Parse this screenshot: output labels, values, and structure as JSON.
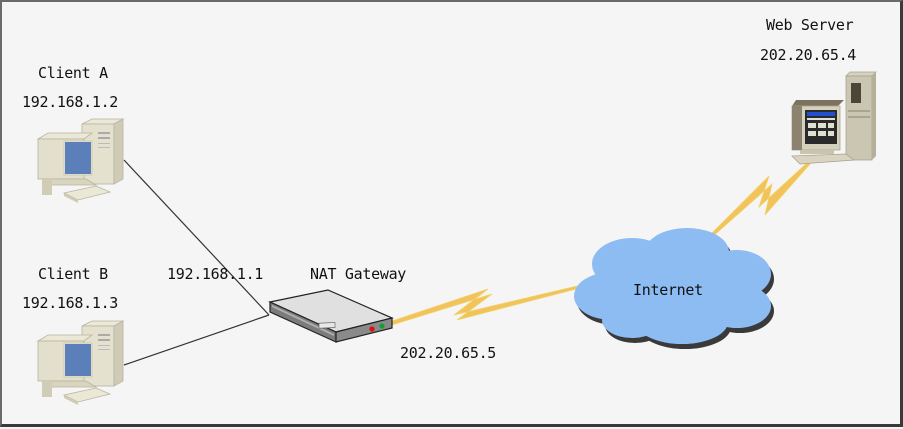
{
  "diagram": {
    "title": "NAT network topology",
    "nodes": {
      "client_a": {
        "name": "Client A",
        "ip": "192.168.1.2",
        "icon": "desktop-computer-icon"
      },
      "client_b": {
        "name": "Client B",
        "ip": "192.168.1.3",
        "icon": "desktop-computer-icon"
      },
      "gateway": {
        "name": "NAT Gateway",
        "lan_ip": "192.168.1.1",
        "wan_ip": "202.20.65.5",
        "icon": "router-icon"
      },
      "internet": {
        "name": "Internet",
        "icon": "cloud-icon"
      },
      "web_server": {
        "name": "Web Server",
        "ip": "202.20.65.4",
        "icon": "server-computer-icon"
      }
    },
    "links": [
      {
        "from": "Client A",
        "to": "NAT Gateway",
        "type": "wired"
      },
      {
        "from": "Client B",
        "to": "NAT Gateway",
        "type": "wired"
      },
      {
        "from": "NAT Gateway",
        "to": "Internet",
        "type": "wan-lightning"
      },
      {
        "from": "Internet",
        "to": "Web Server",
        "type": "wan-lightning"
      }
    ],
    "colors": {
      "background": "#f5f5f5",
      "cloud": "#8dbcf2",
      "lightning": "#f2c35a",
      "wire": "#333333",
      "led_red": "#e01010",
      "led_green": "#10a030"
    }
  }
}
